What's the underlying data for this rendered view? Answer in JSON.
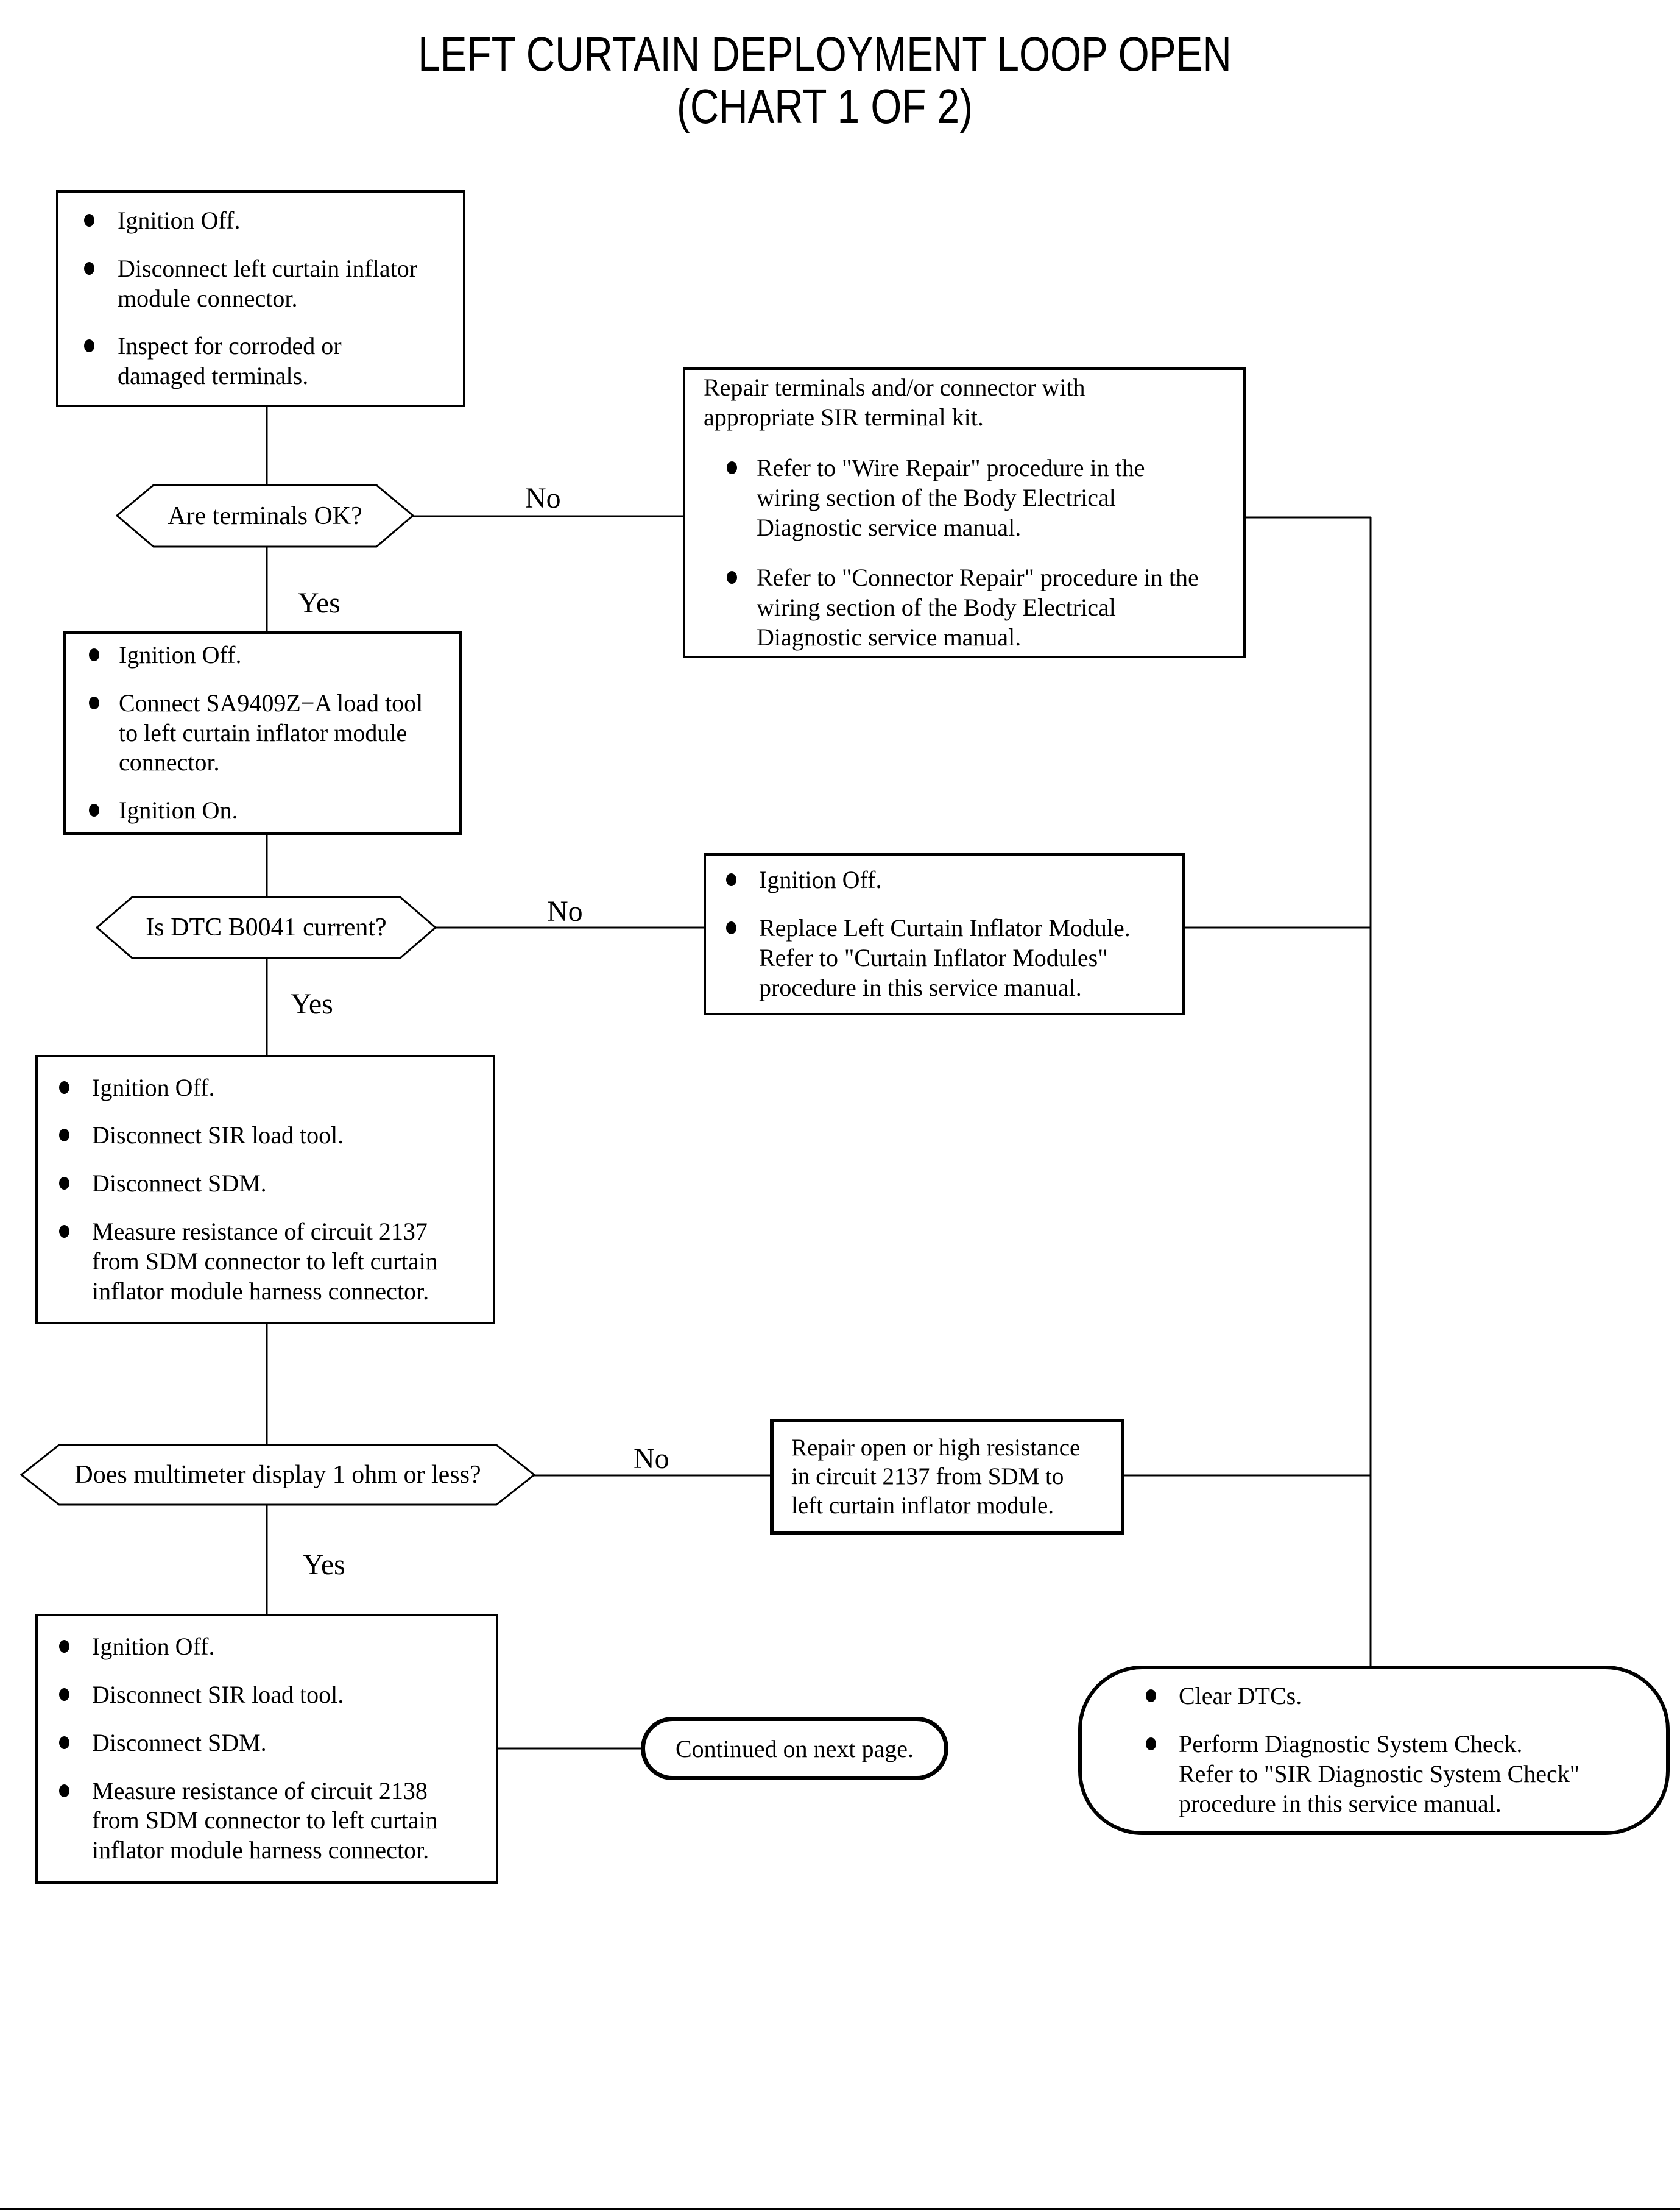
{
  "title": {
    "line1": "LEFT CURTAIN DEPLOYMENT LOOP OPEN",
    "line2": "(CHART 1 OF 2)"
  },
  "labels": {
    "yes": "Yes",
    "no": "No"
  },
  "nodes": {
    "step1": {
      "bullets": [
        "Ignition Off.",
        "Disconnect left curtain inflator\nmodule connector.",
        "Inspect for corroded or\ndamaged terminals."
      ]
    },
    "terminals_ok": {
      "question": "Are terminals OK?"
    },
    "repair_terminals": {
      "intro": "Repair terminals and/or connector with\nappropriate SIR terminal kit.",
      "bullets": [
        "Refer to \"Wire Repair\" procedure in the\nwiring section of the Body Electrical\nDiagnostic service manual.",
        "Refer to \"Connector Repair\" procedure in the\nwiring section of the Body Electrical\nDiagnostic service manual."
      ]
    },
    "step2": {
      "bullets": [
        "Ignition Off.",
        "Connect SA9409Z−A load tool\nto left curtain inflator module\nconnector.",
        "Ignition On."
      ]
    },
    "dtc_current": {
      "question": "Is DTC B0041 current?"
    },
    "replace_module": {
      "bullets": [
        "Ignition Off.",
        "Replace Left Curtain Inflator Module.\nRefer to \"Curtain Inflator Modules\"\nprocedure in this service manual."
      ]
    },
    "step3": {
      "bullets": [
        "Ignition Off.",
        "Disconnect SIR load tool.",
        "Disconnect SDM.",
        "Measure resistance of circuit 2137\nfrom SDM connector to left curtain\ninflator module harness connector."
      ]
    },
    "ohm_check": {
      "question": "Does multimeter display 1 ohm or less?"
    },
    "repair_open": {
      "text": "Repair open or high resistance\nin circuit 2137 from SDM to\nleft curtain inflator module."
    },
    "step4": {
      "bullets": [
        "Ignition Off.",
        "Disconnect SIR load tool.",
        "Disconnect SDM.",
        "Measure resistance of circuit 2138\nfrom SDM connector to left curtain\ninflator module harness connector."
      ]
    },
    "continued": {
      "text": "Continued on next page."
    },
    "clear_dtcs": {
      "bullets": [
        "Clear DTCs.",
        "Perform Diagnostic System Check.\nRefer to \"SIR Diagnostic System Check\"\nprocedure in this service manual."
      ]
    }
  }
}
